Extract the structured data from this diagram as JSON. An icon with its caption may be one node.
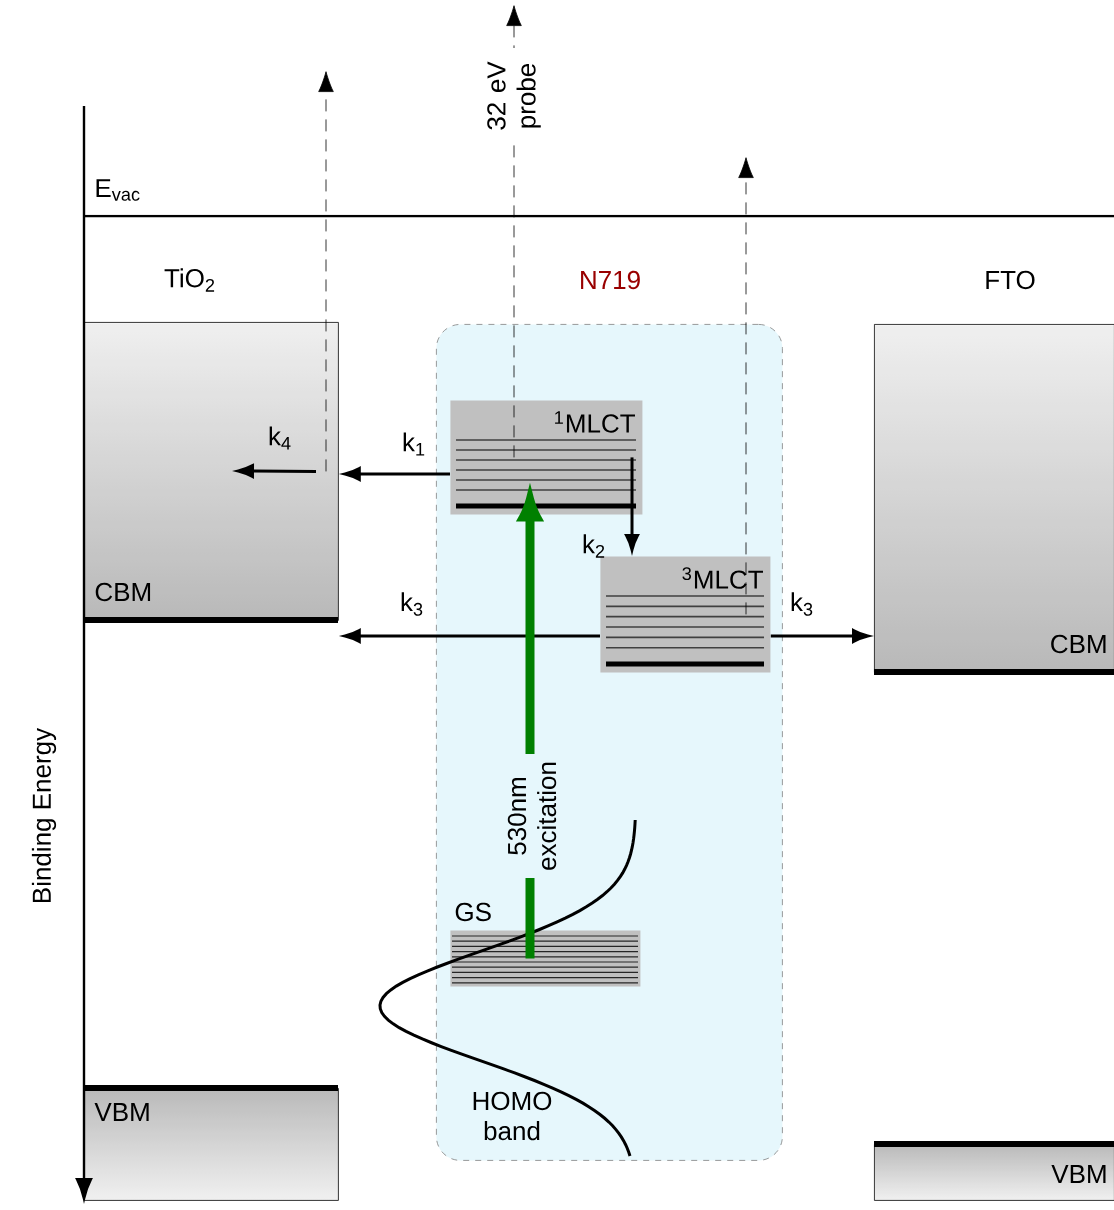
{
  "diagram": {
    "nodes": [
      {
        "text": [
          "N719"
        ]
      },
      {
        "text": [
          "CBM"
        ]
      },
      {
        "text": [
          "$^{1}$MLCT"
        ],
        "in": 0
      },
      {
        "text": [
          "$^{3}$MLCT"
        ],
        "in": 0
      },
      {
        "text": [
          "CBM"
        ]
      },
      {
        "text": [
          "GS"
        ],
        "in": 0
      },
      {
        "text": [
          "VBM"
        ]
      },
      {
        "text": [
          "VBM"
        ]
      }
    ],
    "edges": [
      {
        "from": 2,
        "to": null,
        "arrow": "to",
        "style": "dashed",
        "label": "32 eV probe"
      },
      {
        "from": 1,
        "to": null,
        "arrow": "to",
        "style": "dashed"
      },
      {
        "from": 3,
        "to": null,
        "arrow": "to",
        "style": "dashed"
      },
      {
        "from": 2,
        "to": 1,
        "arrow": "to",
        "label": "k$_{1}$"
      },
      {
        "from": 1,
        "to": null,
        "arrow": "to",
        "label": "k$_{4}$"
      },
      {
        "from": 2,
        "to": 3,
        "arrow": "to",
        "label": "k$_{2}$"
      },
      {
        "from": 3,
        "to": 1,
        "arrow": "to",
        "label": "k$_{3}$"
      },
      {
        "from": 3,
        "to": 4,
        "arrow": "to",
        "label": "k$_{3}$"
      },
      {
        "from": 5,
        "to": 2,
        "arrow": "to",
        "style": "thick",
        "color": "#008000",
        "label": "530nm excitation"
      }
    ],
    "labels": [
      "E$_{vac}$",
      "TiO$_{2}$",
      "FTO",
      "Binding Energy",
      "HOMO band"
    ]
  }
}
